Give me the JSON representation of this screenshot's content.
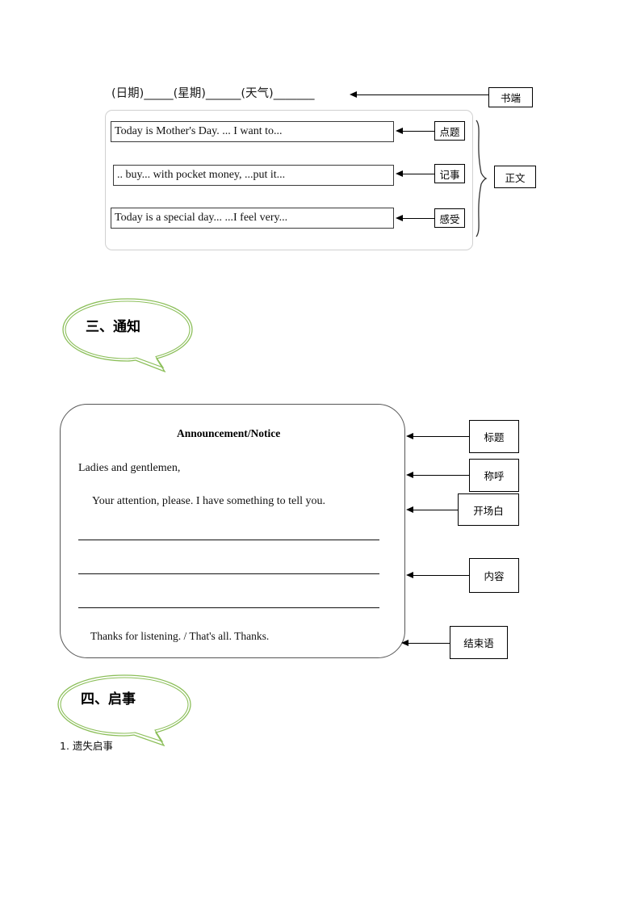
{
  "document": {
    "diary": {
      "header": "(日期)_____(星期)______(天气)_______",
      "lines": [
        "Today is Mother's Day. ...  I want to...",
        ".. buy... with pocket money,   ...put it...",
        "Today is a special day...   ...I feel very..."
      ],
      "labels": {
        "header_label": "书端",
        "body_label": "正文",
        "line1_label": "点题",
        "line2_label": "记事",
        "line3_label": "感受"
      }
    },
    "section3": {
      "heading": "三、通知",
      "notice": {
        "title": "Announcement/Notice",
        "salutation": "Ladies and gentlemen,",
        "opening": "Your attention, please.  I have something to tell you.",
        "blank_lines": 3,
        "closing": "Thanks for listening.  / That's all.  Thanks."
      },
      "labels": {
        "title_label": "标题",
        "salutation_label": "称呼",
        "opening_label": "开场白",
        "content_label": "内容",
        "closing_label": "结束语"
      }
    },
    "section4": {
      "heading": "四、启事",
      "items": [
        "1. 遗失启事"
      ]
    },
    "colors": {
      "bubble_stroke": "#8cbf5a",
      "box_stroke": "#000000",
      "soft_stroke": "#d0d0d0",
      "text": "#111111"
    }
  }
}
